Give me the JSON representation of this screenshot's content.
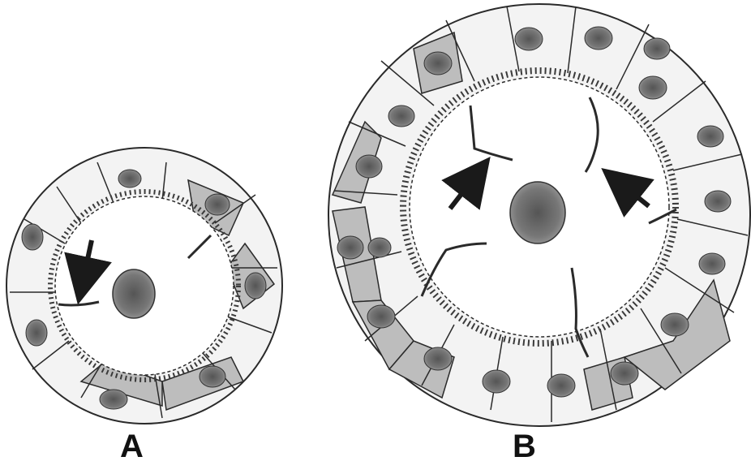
{
  "figure": {
    "panels": [
      {
        "label": "A",
        "cilia_marked": 1
      },
      {
        "label": "B",
        "cilia_marked": 2
      }
    ],
    "colors": {
      "ink": "#2a2a2a",
      "light_cell": "#f4f4f4",
      "shaded_cell": "#b8b8b8",
      "lumen": "#ffffff",
      "nucleus": "#6e6e6e"
    }
  }
}
